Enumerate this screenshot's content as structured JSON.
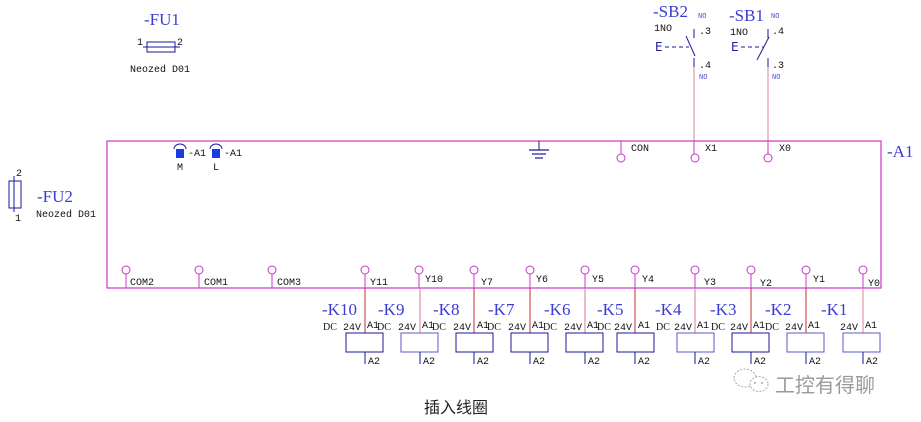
{
  "fuses": {
    "fu1": {
      "ref": "-FU1",
      "pin1": "1",
      "pin2": "2",
      "type": "Neozed D01"
    },
    "fu2": {
      "ref": "-FU2",
      "pin1": "1",
      "pin2": "2",
      "type": "Neozed D01"
    }
  },
  "switches": [
    {
      "ref": "-SB2",
      "contact_type": "1NO",
      "top_pin": ".3",
      "bottom_pin": ".4",
      "top_tag": "NO",
      "bottom_tag": "NO",
      "actuator": "E",
      "input": "X1"
    },
    {
      "ref": "-SB1",
      "contact_type": "1NO",
      "top_pin": ".4",
      "bottom_pin": ".3",
      "top_tag": "NO",
      "bottom_tag": "NO",
      "actuator": "E",
      "input": "X0"
    }
  ],
  "plc": {
    "ref": "-A1",
    "power_terminals": [
      {
        "label": "M",
        "ref": "-A1"
      },
      {
        "label": "L",
        "ref": "-A1"
      }
    ],
    "top_terminals": [
      "CON",
      "X1",
      "X0"
    ],
    "bottom_terminals": [
      "COM2",
      "COM1",
      "COM3",
      "Y11",
      "Y10",
      "Y7",
      "Y6",
      "Y5",
      "Y4",
      "Y3",
      "Y2",
      "Y1",
      "Y0"
    ]
  },
  "coils": [
    {
      "ref": "-K10",
      "voltage": "24V",
      "type": "DC",
      "a1": "A1",
      "a2": "A2",
      "output": "Y11"
    },
    {
      "ref": "-K9",
      "voltage": "24V",
      "type": "DC",
      "a1": "A1",
      "a2": "A2",
      "output": "Y10"
    },
    {
      "ref": "-K8",
      "voltage": "24V",
      "type": "DC",
      "a1": "A1",
      "a2": "A2",
      "output": "Y7"
    },
    {
      "ref": "-K7",
      "voltage": "24V",
      "type": "DC",
      "a1": "A1",
      "a2": "A2",
      "output": "Y6"
    },
    {
      "ref": "-K6",
      "voltage": "24V",
      "type": "DC",
      "a1": "A1",
      "a2": "A2",
      "output": "Y5"
    },
    {
      "ref": "-K5",
      "voltage": "24V",
      "type": "DC",
      "a1": "A1",
      "a2": "A2",
      "output": "Y4"
    },
    {
      "ref": "-K4",
      "voltage": "24V",
      "type": "DC",
      "a1": "A1",
      "a2": "A2",
      "output": "Y3"
    },
    {
      "ref": "-K3",
      "voltage": "24V",
      "type": "DC",
      "a1": "A1",
      "a2": "A2",
      "output": "Y2"
    },
    {
      "ref": "-K2",
      "voltage": "24V",
      "type": "DC",
      "a1": "A1",
      "a2": "A2",
      "output": "Y1"
    },
    {
      "ref": "-K1",
      "voltage": "24V",
      "type": "",
      "a1": "A1",
      "a2": "A2",
      "output": "Y0"
    }
  ],
  "caption": "插入线圈",
  "watermark": "工控有得聊",
  "colors": {
    "plc_outline": "#cc33cc",
    "wire_red": "#c0303a",
    "wire_pink": "#e07a8a",
    "component_blue": "#1a1a9a",
    "reference_blue": "#3a3ad6",
    "terminal_fill": "#1a3ae6"
  }
}
